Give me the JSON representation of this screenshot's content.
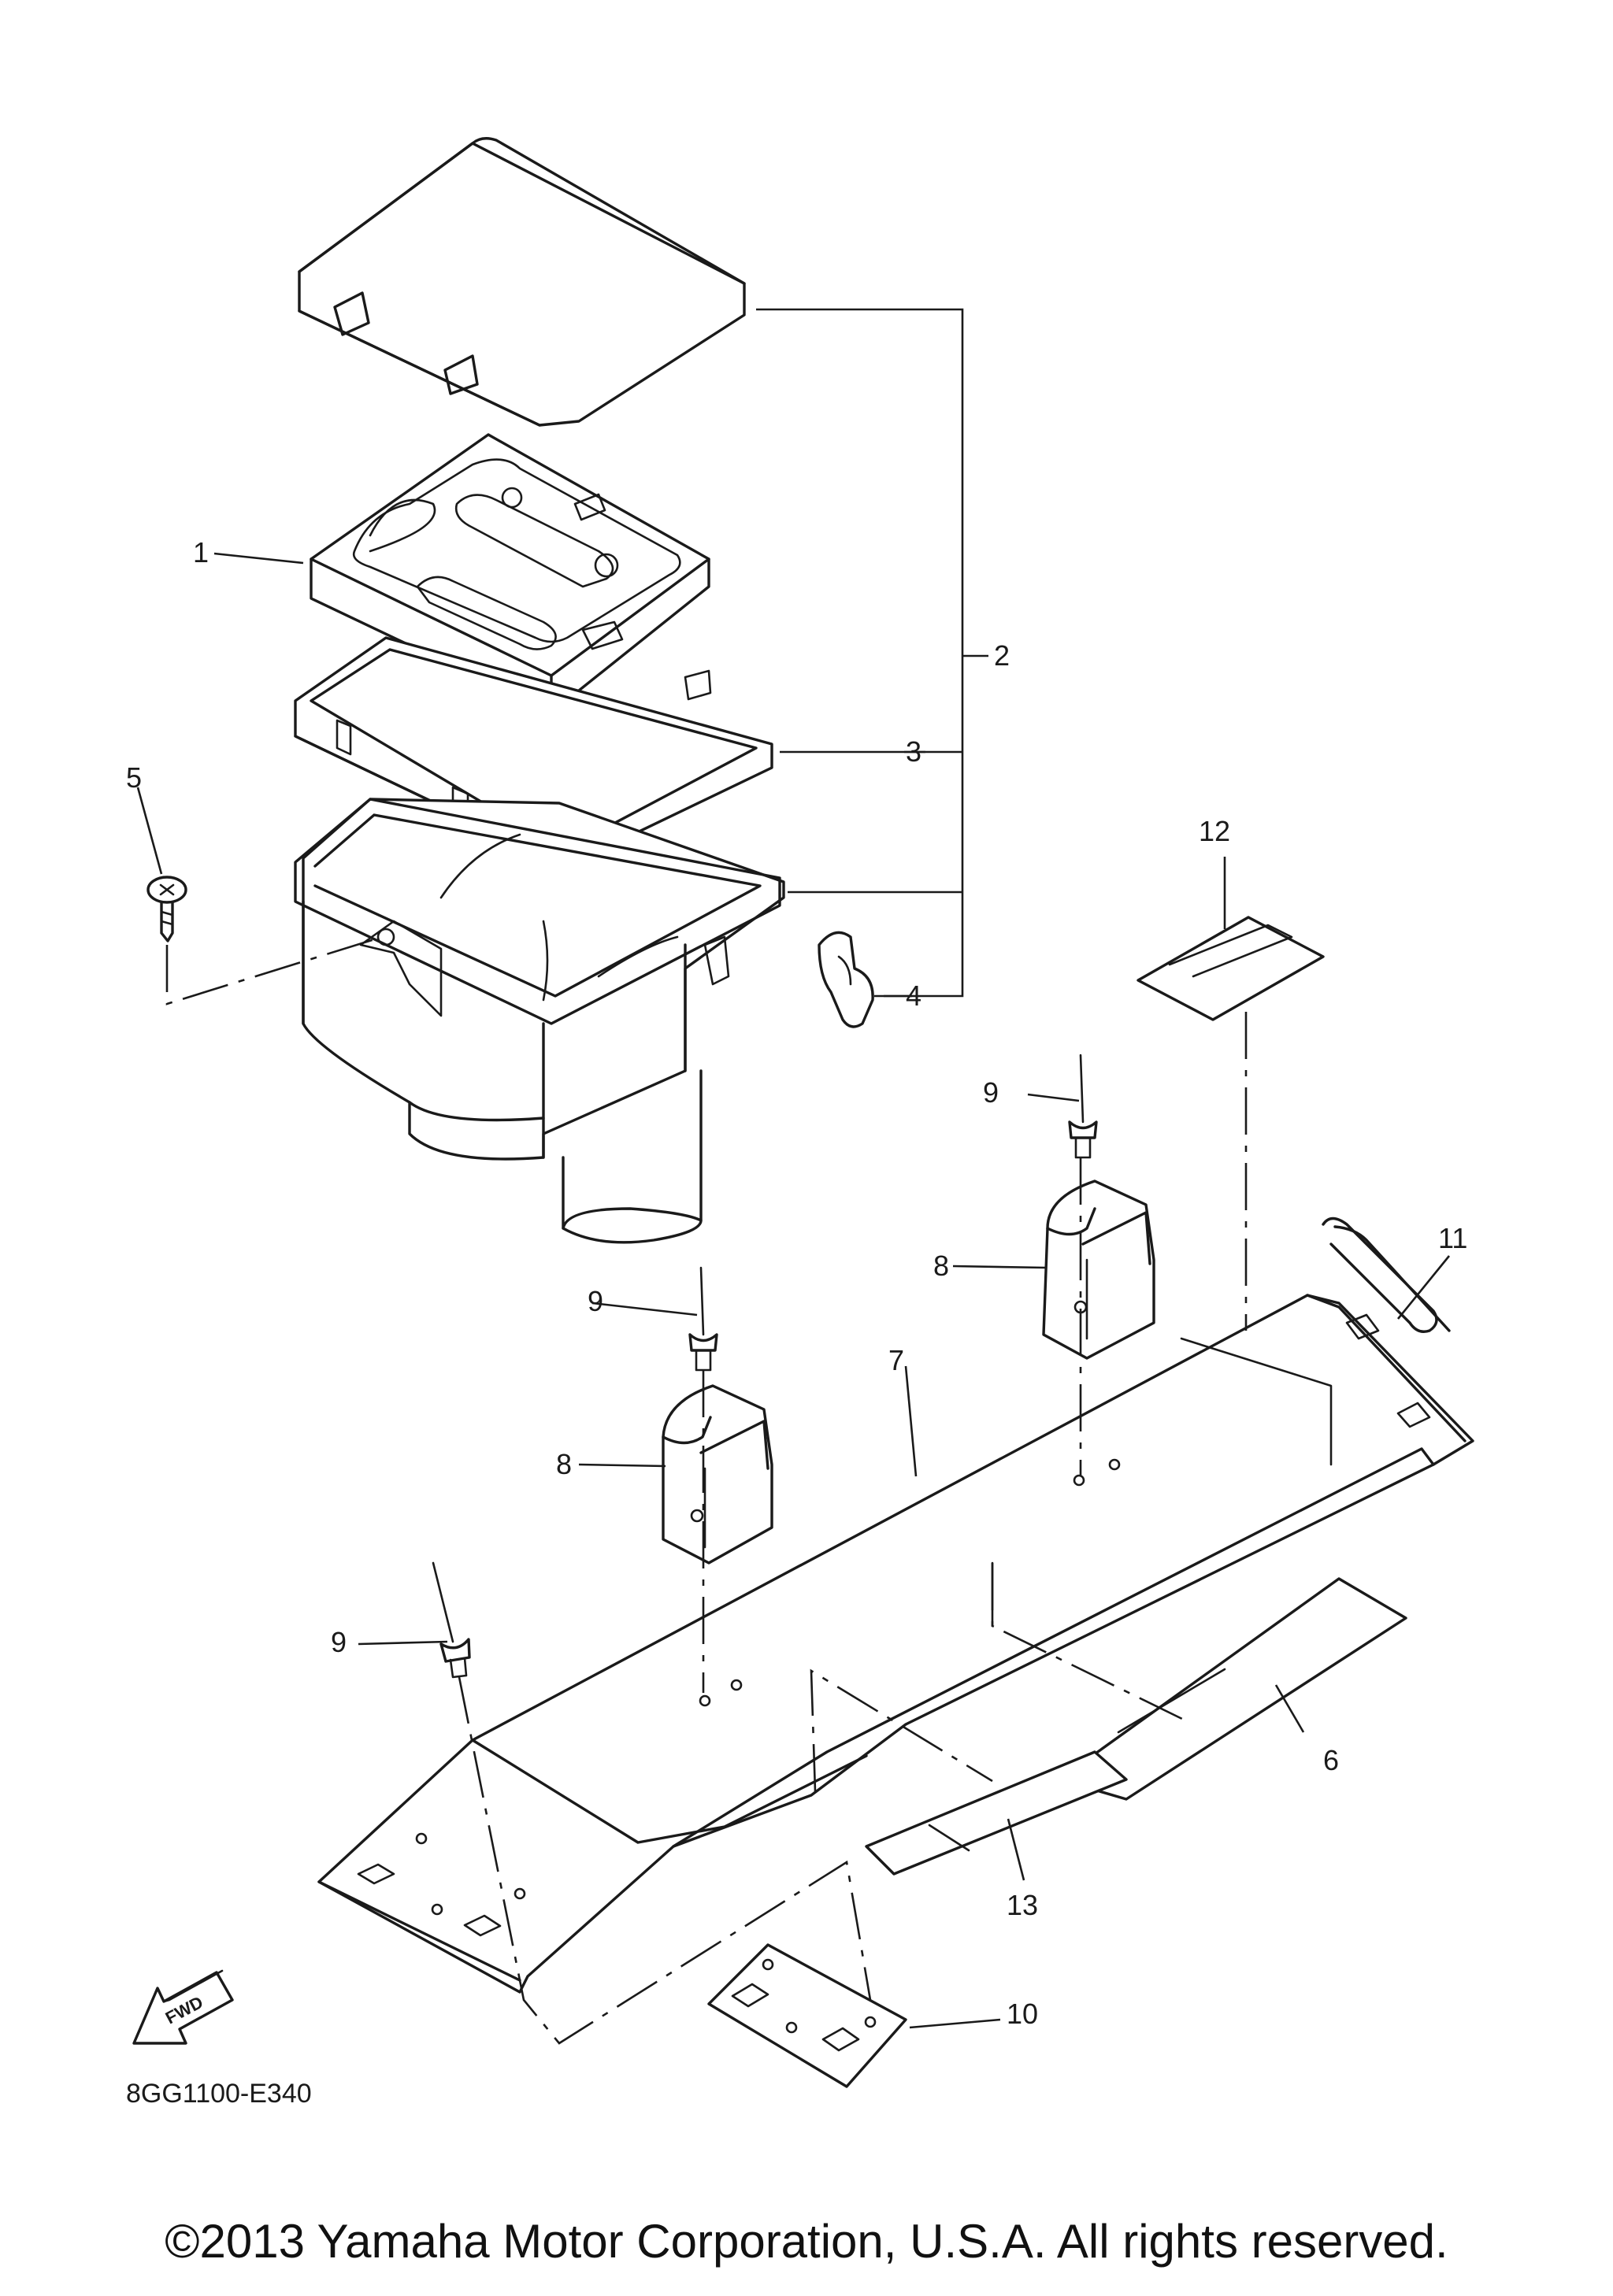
{
  "callouts": {
    "c1": "1",
    "c2": "2",
    "c3": "3",
    "c4": "4",
    "c5": "5",
    "c6": "6",
    "c7": "7",
    "c8a": "8",
    "c8b": "8",
    "c9a": "9",
    "c9b": "9",
    "c9c": "9",
    "c10": "10",
    "c11": "11",
    "c12": "12",
    "c13": "13"
  },
  "fwd_label": "FWD",
  "diagram_code": "8GG1100-E340",
  "copyright": "©2013 Yamaha Motor Corporation, U.S.A. All rights reserved."
}
